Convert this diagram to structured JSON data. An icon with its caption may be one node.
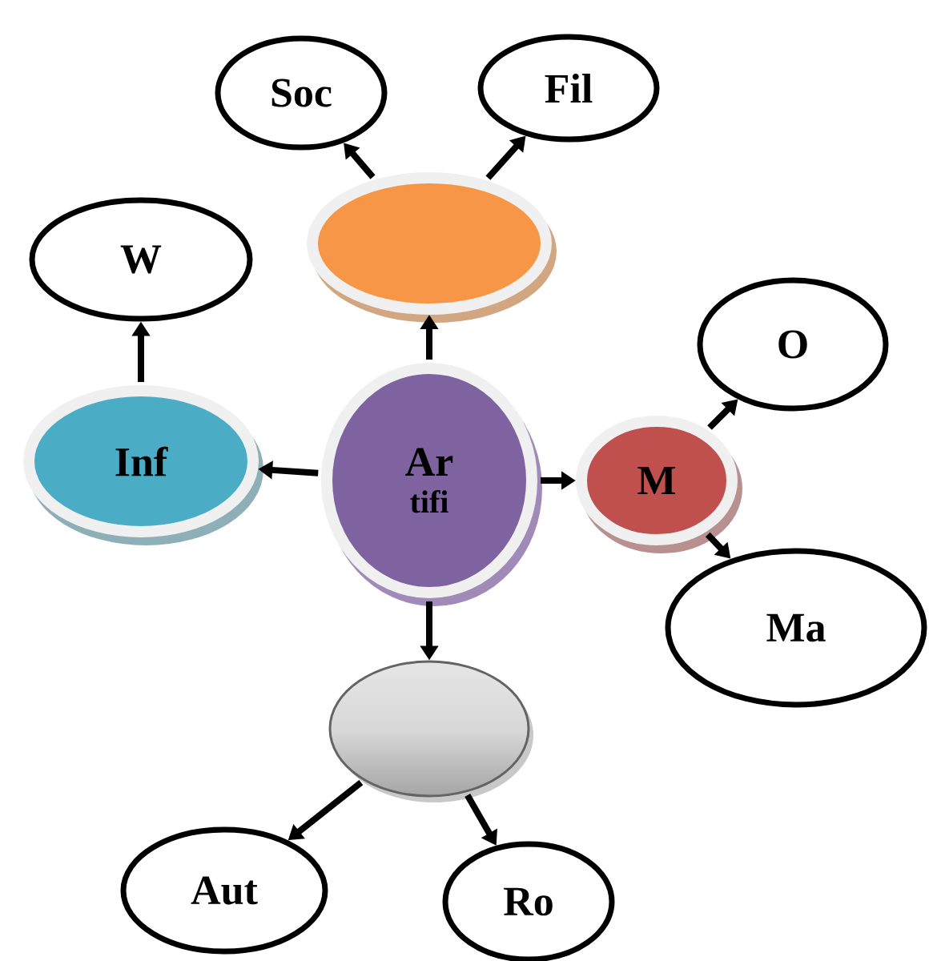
{
  "diagram": {
    "nodes": [
      {
        "text": [
          "Ar",
          "tifi"
        ]
      },
      {
        "text": [],
        "shape": "circle"
      },
      {
        "text": [
          "Soc"
        ]
      },
      {
        "text": [
          "Fil"
        ]
      },
      {
        "text": [
          "Inf"
        ]
      },
      {
        "text": [
          "W"
        ]
      },
      {
        "text": [
          "M"
        ]
      },
      {
        "text": [
          "O"
        ]
      },
      {
        "text": [
          "Ma"
        ]
      },
      {
        "text": [],
        "shape": "circle"
      },
      {
        "text": [
          "Aut"
        ]
      },
      {
        "text": [
          "Ro"
        ]
      }
    ],
    "edges": [
      {
        "from": 0,
        "to": 1,
        "arrow": "to"
      },
      {
        "from": 1,
        "to": 2,
        "arrow": "to"
      },
      {
        "from": 1,
        "to": 3,
        "arrow": "to"
      },
      {
        "from": 0,
        "to": 4,
        "arrow": "to"
      },
      {
        "from": 4,
        "to": 5,
        "arrow": "to"
      },
      {
        "from": 0,
        "to": 6,
        "arrow": "to"
      },
      {
        "from": 6,
        "to": 7,
        "arrow": "to"
      },
      {
        "from": 6,
        "to": 8,
        "arrow": "to"
      },
      {
        "from": 0,
        "to": 9,
        "arrow": "to"
      },
      {
        "from": 9,
        "to": 10,
        "arrow": "to"
      },
      {
        "from": 9,
        "to": 11,
        "arrow": "to"
      }
    ]
  }
}
